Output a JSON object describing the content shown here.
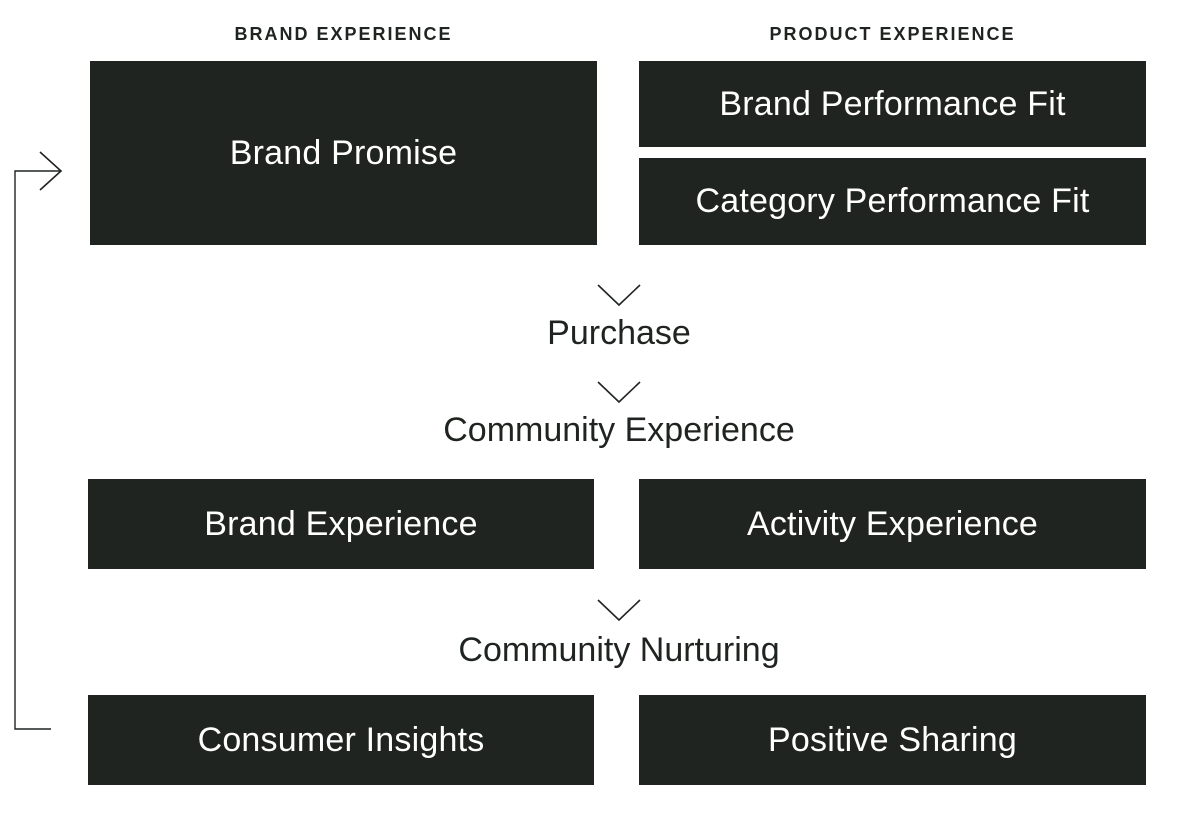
{
  "headers": {
    "brand_experience": "BRAND EXPERIENCE",
    "product_experience": "PRODUCT EXPERIENCE"
  },
  "boxes": {
    "brand_promise": "Brand Promise",
    "brand_performance_fit": "Brand Performance Fit",
    "category_performance_fit": "Category Performance Fit",
    "brand_experience": "Brand Experience",
    "activity_experience": "Activity Experience",
    "consumer_insights": "Consumer Insights",
    "positive_sharing": "Positive Sharing"
  },
  "stages": {
    "purchase": "Purchase",
    "community_experience": "Community Experience",
    "community_nurturing": "Community Nurturing"
  },
  "colors": {
    "box_fill": "#1f2420",
    "box_text": "#ffffff",
    "line": "#1f2420"
  },
  "icons": {
    "chevron": "chevron-down-icon",
    "loop_arrow": "arrow-right-icon"
  }
}
